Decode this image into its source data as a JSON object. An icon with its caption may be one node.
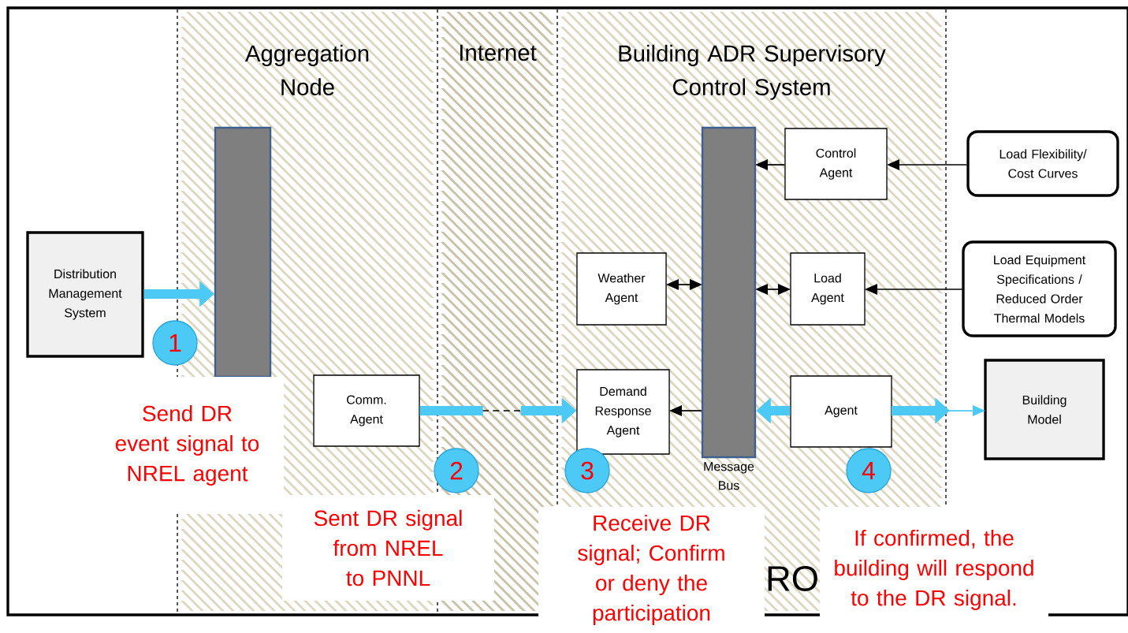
{
  "diagram": {
    "nodes": [
      {
        "text": [
          "Aggregation Node"
        ]
      },
      {
        "text": [
          "Internet"
        ]
      },
      {
        "text": [
          "Building ADR Supervisory Control System"
        ]
      },
      {
        "text": [
          "Distribution Management System"
        ]
      },
      {
        "text": [],
        "shape": "bar",
        "in": 0
      },
      {
        "text": [
          "Comm. Agent"
        ],
        "in": 0
      },
      {
        "text": [],
        "shape": "bar",
        "in": 2,
        "beside": [
          "Message Bus"
        ]
      },
      {
        "text": [
          "Control Agent"
        ],
        "in": 2
      },
      {
        "text": [
          "Weather Agent"
        ],
        "in": 2
      },
      {
        "text": [
          "Load Agent"
        ],
        "in": 2
      },
      {
        "text": [
          "Demand Response Agent"
        ],
        "in": 2
      },
      {
        "text": [
          "Agent"
        ],
        "in": 2
      },
      {
        "text": [
          "Load Flexibility/ Cost Curves"
        ]
      },
      {
        "text": [
          "Load Equipment Specifications / Reduced Order Thermal Models"
        ]
      },
      {
        "text": [
          "Building Model"
        ]
      },
      {
        "text": [
          "1"
        ],
        "beside": [
          "Send DR event signal to NREL agent"
        ]
      },
      {
        "text": [
          "2"
        ],
        "in": 1,
        "beside": [
          "Sent DR signal from NREL to PNNL"
        ]
      },
      {
        "text": [
          "3"
        ],
        "in": 2,
        "beside": [
          "Receive DR signal; Confirm or deny the participation"
        ]
      },
      {
        "text": [
          "4"
        ],
        "in": 2,
        "beside": [
          "If confirmed, the building will respond to the DR signal."
        ]
      }
    ],
    "edges": [
      {
        "from": 3,
        "to": 4,
        "arrow": "to",
        "style": "thick",
        "color": "#4dc9f6"
      },
      {
        "from": 5,
        "to": 10,
        "arrow": "to",
        "style": "dashed",
        "color": "#4dc9f6"
      },
      {
        "from": 6,
        "to": 10,
        "arrow": "to"
      },
      {
        "from": 11,
        "to": 6,
        "arrow": "to",
        "style": "thick",
        "color": "#4dc9f6"
      },
      {
        "from": 11,
        "to": 14,
        "arrow": "to",
        "color": "#4dc9f6"
      },
      {
        "from": 7,
        "to": 6,
        "arrow": "to"
      },
      {
        "from": 12,
        "to": 7,
        "arrow": "to"
      },
      {
        "from": 8,
        "to": 6,
        "arrow": "both"
      },
      {
        "from": 6,
        "to": 9,
        "arrow": "both"
      },
      {
        "from": 13,
        "to": 9,
        "arrow": "to"
      }
    ],
    "labels": [
      "RO"
    ]
  }
}
